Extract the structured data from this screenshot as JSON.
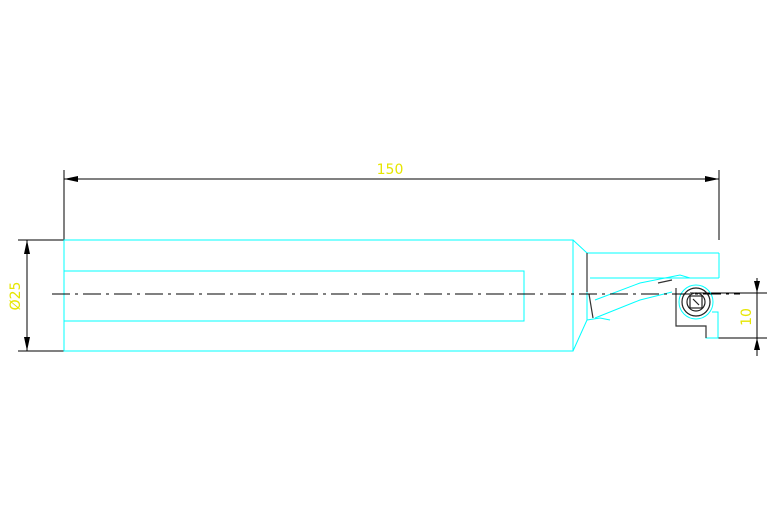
{
  "drawing": {
    "dimensions": {
      "overall_length": "150",
      "shank_diameter": "Ø25",
      "offset": "10"
    },
    "colors": {
      "background": "#ffffff",
      "outline": "#00ffff",
      "dimension_line": "#000000",
      "dimension_text": "#e6e600",
      "center_line": "#000000"
    }
  }
}
